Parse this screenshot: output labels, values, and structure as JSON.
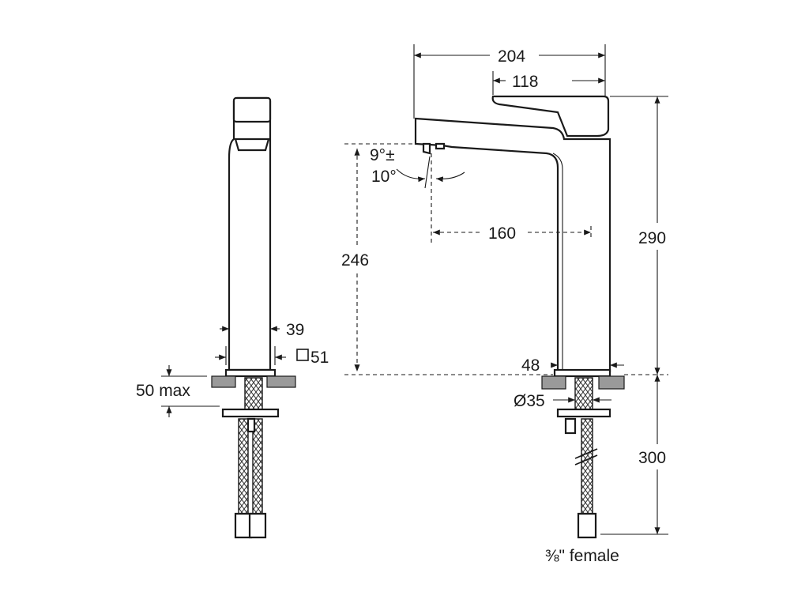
{
  "dimensions": {
    "side_width": "39",
    "base_square": "51",
    "mount_thickness": "50 max",
    "overall_reach": "204",
    "lever_length": "118",
    "spray_angle_line1": "9°±",
    "spray_angle_line2": "10°",
    "spout_reach": "160",
    "spout_height": "246",
    "overall_height": "290",
    "base_height": "48",
    "hole_diameter": "Ø35",
    "hose_length": "300",
    "connection": "⅜\" female"
  },
  "colors": {
    "line": "#1a1a1a",
    "countertop": "#9a9a9a",
    "background": "#ffffff"
  }
}
